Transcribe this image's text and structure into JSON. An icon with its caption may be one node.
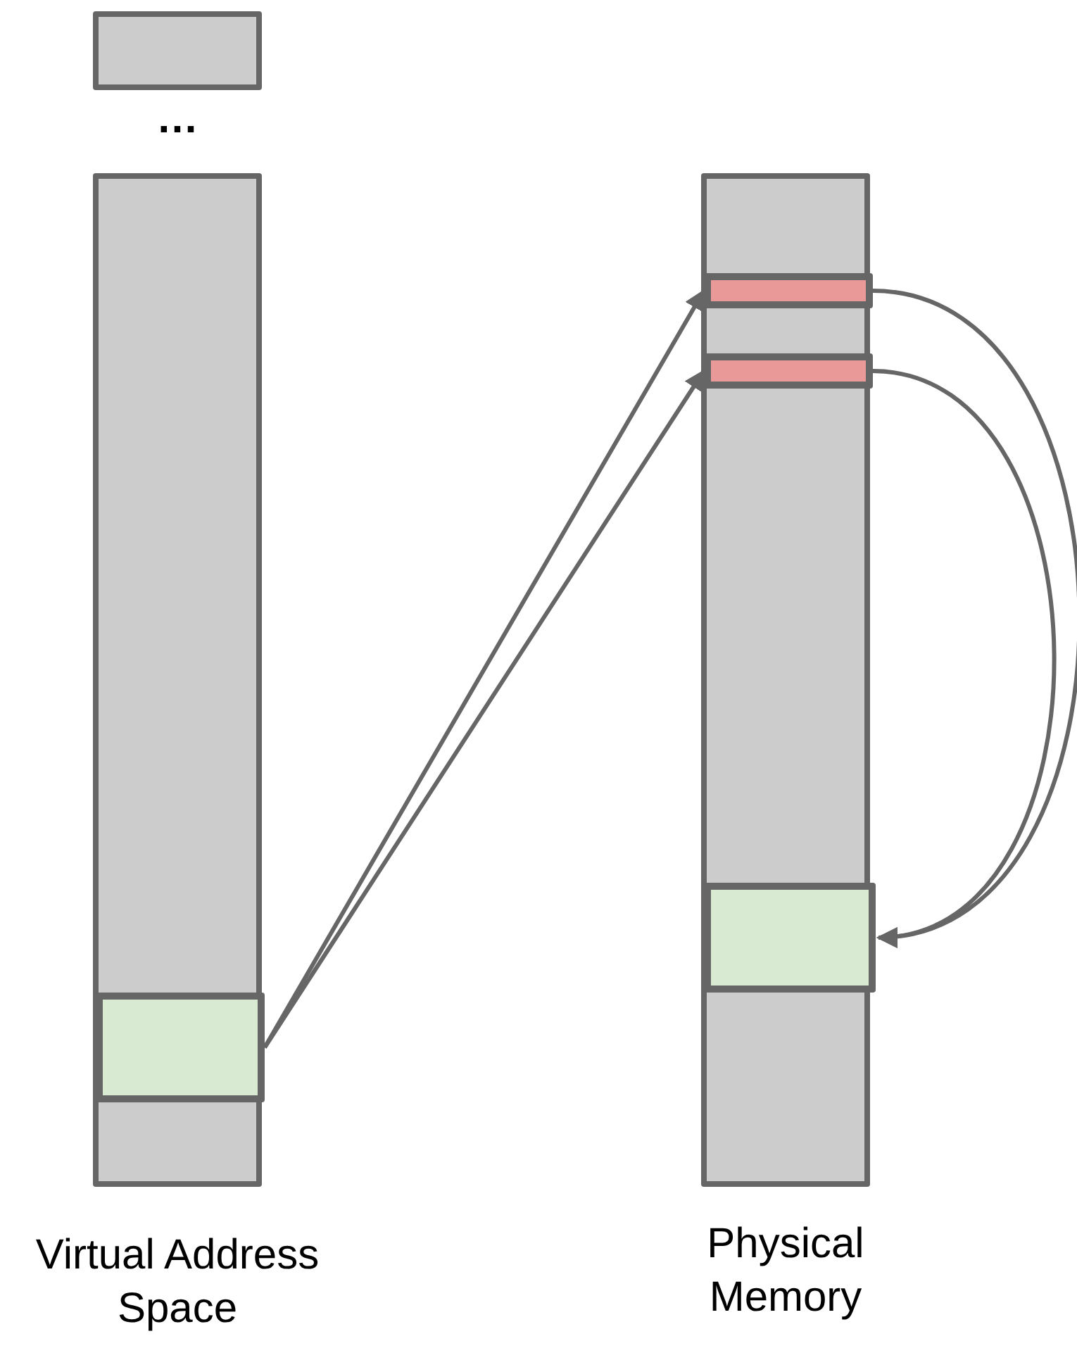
{
  "diagram": {
    "nodes": [
      {
        "text": [],
        "shape": "box"
      },
      {
        "text": [
          "Virtual Address Space"
        ]
      },
      {
        "text": [],
        "shape": "box",
        "in": 1
      },
      {
        "text": [
          "Physical Memory"
        ]
      },
      {
        "text": [],
        "shape": "box",
        "in": 3
      },
      {
        "text": [],
        "shape": "box",
        "in": 3
      },
      {
        "text": [],
        "shape": "box",
        "in": 3
      }
    ],
    "edges": [
      {
        "from": 2,
        "to": 4,
        "arrow": "to"
      },
      {
        "from": 2,
        "to": 5,
        "arrow": "to"
      },
      {
        "from": 4,
        "to": 6,
        "arrow": "to"
      },
      {
        "from": 5,
        "to": 6,
        "arrow": "to"
      }
    ],
    "labels": [
      "…"
    ]
  }
}
